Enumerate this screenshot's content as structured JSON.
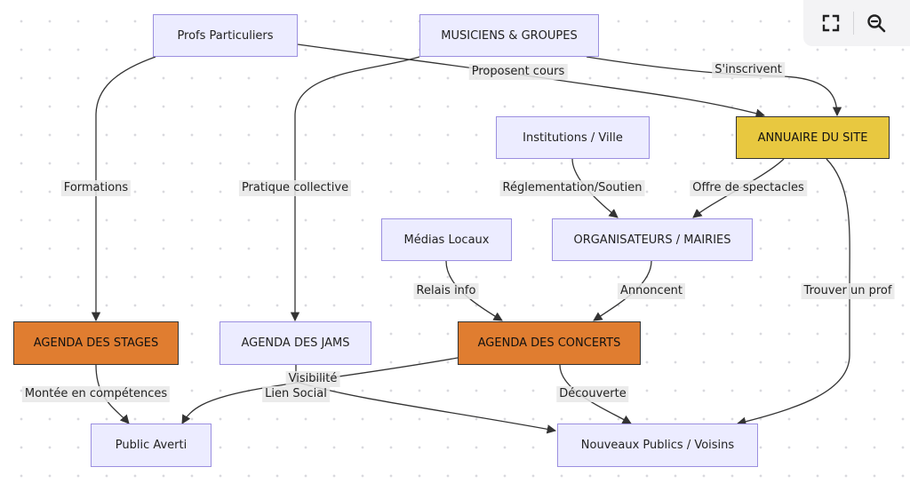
{
  "diagram": {
    "nodes": [
      {
        "id": "profs",
        "label": "Profs Particuliers",
        "style": "default"
      },
      {
        "id": "musiciens",
        "label": "MUSICIENS & GROUPES",
        "style": "default"
      },
      {
        "id": "institutions",
        "label": "Institutions / Ville",
        "style": "default"
      },
      {
        "id": "annuaire",
        "label": "ANNUAIRE DU SITE",
        "style": "yellow"
      },
      {
        "id": "medias",
        "label": "Médias Locaux",
        "style": "default"
      },
      {
        "id": "organisateurs",
        "label": "ORGANISATEURS / MAIRIES",
        "style": "default"
      },
      {
        "id": "stages",
        "label": "AGENDA DES STAGES",
        "style": "orange"
      },
      {
        "id": "jams",
        "label": "AGENDA DES JAMS",
        "style": "default"
      },
      {
        "id": "concerts",
        "label": "AGENDA DES CONCERTS",
        "style": "orange"
      },
      {
        "id": "averti",
        "label": "Public Averti",
        "style": "default"
      },
      {
        "id": "nouveaux",
        "label": "Nouveaux Publics / Voisins",
        "style": "default"
      }
    ],
    "edges": [
      {
        "id": "e1",
        "from": "profs",
        "to": "annuaire",
        "label": "Proposent cours"
      },
      {
        "id": "e2",
        "from": "musiciens",
        "to": "annuaire",
        "label": "S'inscrivent"
      },
      {
        "id": "e3",
        "from": "profs",
        "to": "stages",
        "label": "Formations"
      },
      {
        "id": "e4",
        "from": "musiciens",
        "to": "jams",
        "label": "Pratique collective"
      },
      {
        "id": "e5",
        "from": "institutions",
        "to": "organisateurs",
        "label": "Réglementation/Soutien"
      },
      {
        "id": "e6",
        "from": "annuaire",
        "to": "organisateurs",
        "label": "Offre de spectacles"
      },
      {
        "id": "e7",
        "from": "annuaire",
        "to": "nouveaux",
        "label": "Trouver un prof"
      },
      {
        "id": "e8",
        "from": "medias",
        "to": "concerts",
        "label": "Relais info"
      },
      {
        "id": "e9",
        "from": "organisateurs",
        "to": "concerts",
        "label": "Annoncent"
      },
      {
        "id": "e10",
        "from": "stages",
        "to": "averti",
        "label": "Montée en compétences"
      },
      {
        "id": "e11",
        "from": "concerts",
        "to": "averti",
        "label": "Visibilité"
      },
      {
        "id": "e12",
        "from": "jams",
        "to": "nouveaux",
        "label": "Lien Social"
      },
      {
        "id": "e13",
        "from": "concerts",
        "to": "nouveaux",
        "label": "Découverte"
      }
    ]
  },
  "toolbar": {
    "fullscreen_icon": "fullscreen-icon",
    "zoom_icon": "zoom-out-icon"
  },
  "colors": {
    "node_fill": "#ececff",
    "node_border": "#9b8fe0",
    "orange": "#e07d30",
    "yellow": "#e8c840",
    "edge": "#333333",
    "label_bg": "#e8e8e8"
  }
}
